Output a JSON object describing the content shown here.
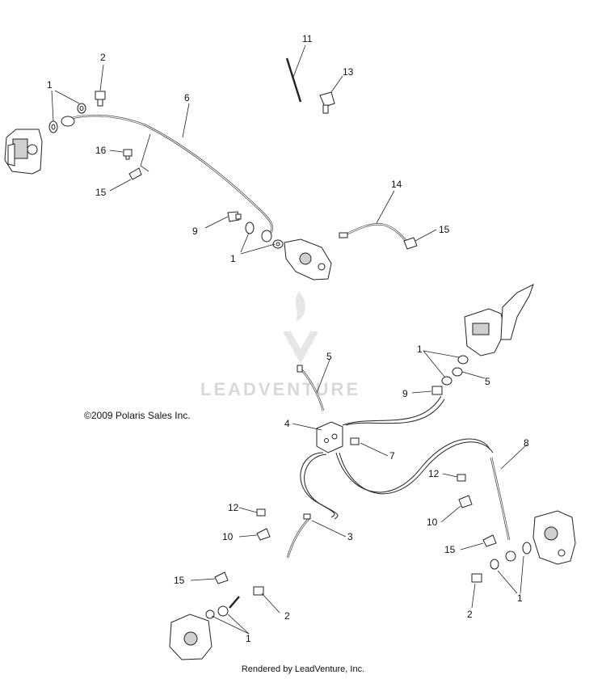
{
  "copyright": "©2009 Polaris Sales Inc.",
  "footer": "Rendered by LeadVenture, Inc.",
  "watermark": "LEADVENTURE",
  "callouts": {
    "c1a": "1",
    "c1b": "1",
    "c1c": "1",
    "c1d": "1",
    "c1e": "1",
    "c2a": "2",
    "c2b": "2",
    "c2c": "2",
    "c3": "3",
    "c4": "4",
    "c5a": "5",
    "c5b": "5",
    "c6": "6",
    "c7": "7",
    "c8": "8",
    "c9a": "9",
    "c9b": "9",
    "c10a": "10",
    "c10b": "10",
    "c11": "11",
    "c12a": "12",
    "c12b": "12",
    "c13": "13",
    "c14": "14",
    "c15a": "15",
    "c15b": "15",
    "c15c": "15",
    "c15d": "15",
    "c16": "16"
  }
}
